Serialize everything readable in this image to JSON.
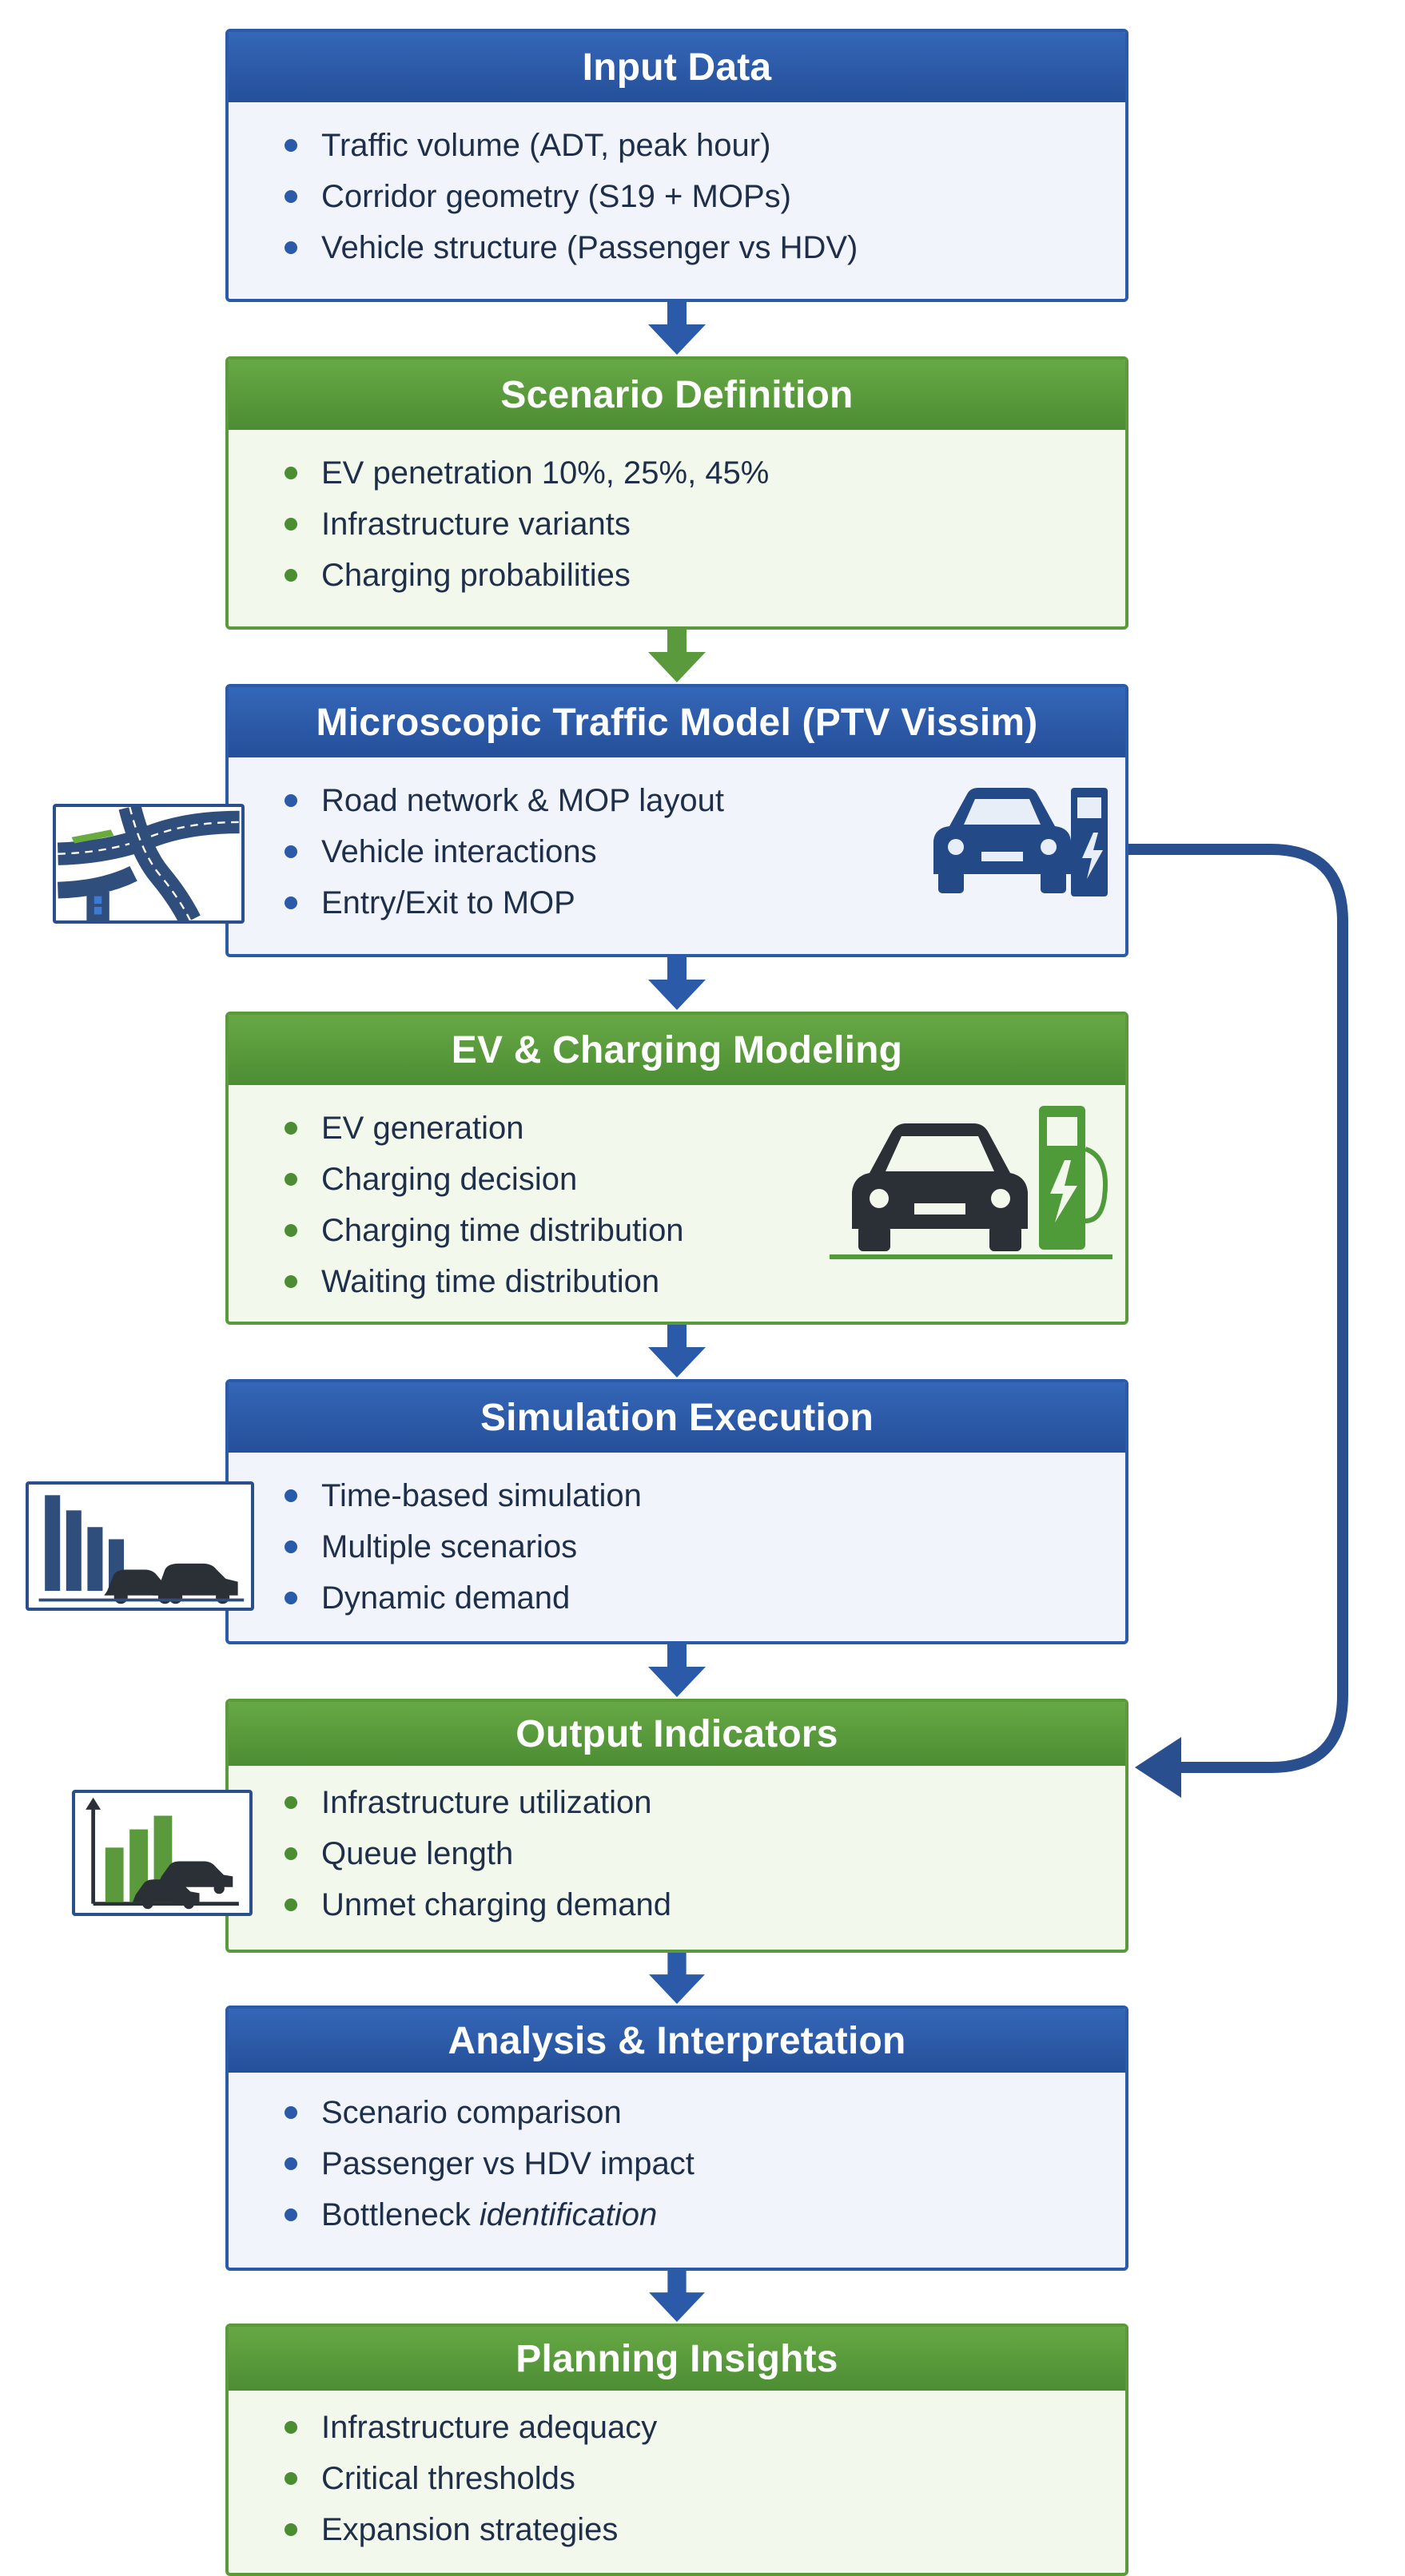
{
  "blocks": [
    {
      "title": "Input Data",
      "color": "#2a5aa8",
      "items": [
        "Traffic volume (ADT, peak hour)",
        "Corridor geometry (S19 + MOPs)",
        "Vehicle structure (Passenger vs HDV)"
      ]
    },
    {
      "title": "Scenario Definition",
      "color": "#5a9a3c",
      "items": [
        "EV penetration 10%, 25%, 45%",
        "Infrastructure variants",
        "Charging probabilities"
      ]
    },
    {
      "title": "Microscopic Traffic Model (PTV Vissim)",
      "color": "#2a5aa8",
      "items": [
        "Road network & MOP layout",
        "Vehicle interactions",
        "Entry/Exit to MOP"
      ]
    },
    {
      "title": "EV & Charging Modeling",
      "color": "#5a9a3c",
      "items": [
        "EV generation",
        "Charging decision",
        "Charging time distribution",
        "Waiting time distribution"
      ]
    },
    {
      "title": "Simulation Execution",
      "color": "#2a5aa8",
      "items": [
        "Time-based simulation",
        "Multiple scenarios",
        "Dynamic demand"
      ]
    },
    {
      "title": "Output Indicators",
      "color": "#5a9a3c",
      "items": [
        "Infrastructure utilization",
        "Queue length",
        "Unmet charging demand"
      ]
    },
    {
      "title": "Analysis & Interpretation",
      "color": "#2a5aa8",
      "items": [
        "Scenario comparison",
        "Passenger vs HDV impact"
      ],
      "last_item": {
        "plain": "Bottleneck ",
        "italic": "identification"
      }
    },
    {
      "title": "Planning Insights",
      "color": "#5a9a3c",
      "items": [
        "Infrastructure adequacy",
        "Critical thresholds",
        "Expansion strategies"
      ]
    }
  ],
  "icons": {
    "road_network": "road-network-icon",
    "ev_charger": "ev-charging-station-icon",
    "simulation_chart": "bar-chart-with-cars-icon",
    "output_chart": "growth-bar-chart-with-cars-icon",
    "feedback_arrow": "feedback-loop-arrow-icon"
  },
  "colors": {
    "blue": "#2a5aa8",
    "green": "#5a9a3c",
    "dark_navy": "#1d3a6b"
  }
}
